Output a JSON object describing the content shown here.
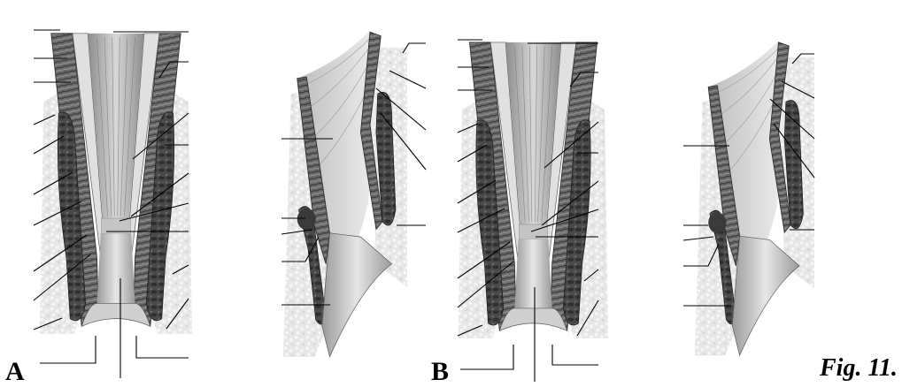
{
  "panels": [
    {
      "letter": "A"
    },
    {
      "letter": ""
    },
    {
      "letter": "B"
    },
    {
      "letter": ""
    }
  ],
  "caption": "Fig. 11.",
  "colors": {
    "tissue_dark": "#3f3f3f",
    "tissue_mid": "#7d7d7d",
    "tissue_light": "#c9c9c9",
    "lumen": "#a8a8a8",
    "fat": "#e3e3e3",
    "leader": "#000000"
  }
}
